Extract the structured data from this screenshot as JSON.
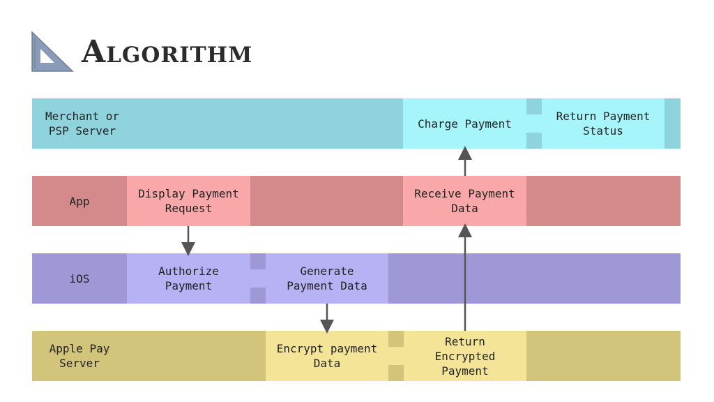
{
  "header": {
    "title": "Algorithm",
    "logo_icon": "set-square-icon"
  },
  "colors": {
    "merchant_lane": "#8fd3dc",
    "merchant_box": "#a6f5fa",
    "app_lane": "#d4898a",
    "app_box": "#f9a7a8",
    "ios_lane": "#9e98d6",
    "ios_box": "#b7b2f4",
    "applepay_lane": "#d2c47a",
    "applepay_box": "#f4e498",
    "arrow": "#555555"
  },
  "lanes": {
    "merchant": {
      "label": "Merchant or\nPSP Server"
    },
    "app": {
      "label": "App"
    },
    "ios": {
      "label": "iOS"
    },
    "applepay": {
      "label": "Apple Pay\nServer"
    }
  },
  "steps": {
    "display_payment_request": "Display Payment\nRequest",
    "authorize_payment": "Authorize\nPayment",
    "generate_payment_data": "Generate\nPayment Data",
    "encrypt_payment_data": "Encrypt payment\nData",
    "return_encrypted_payment": "Return\nEncrypted\nPayment",
    "receive_payment_data": "Receive Payment\nData",
    "charge_payment": "Charge Payment",
    "return_payment_status": "Return Payment\nStatus"
  }
}
